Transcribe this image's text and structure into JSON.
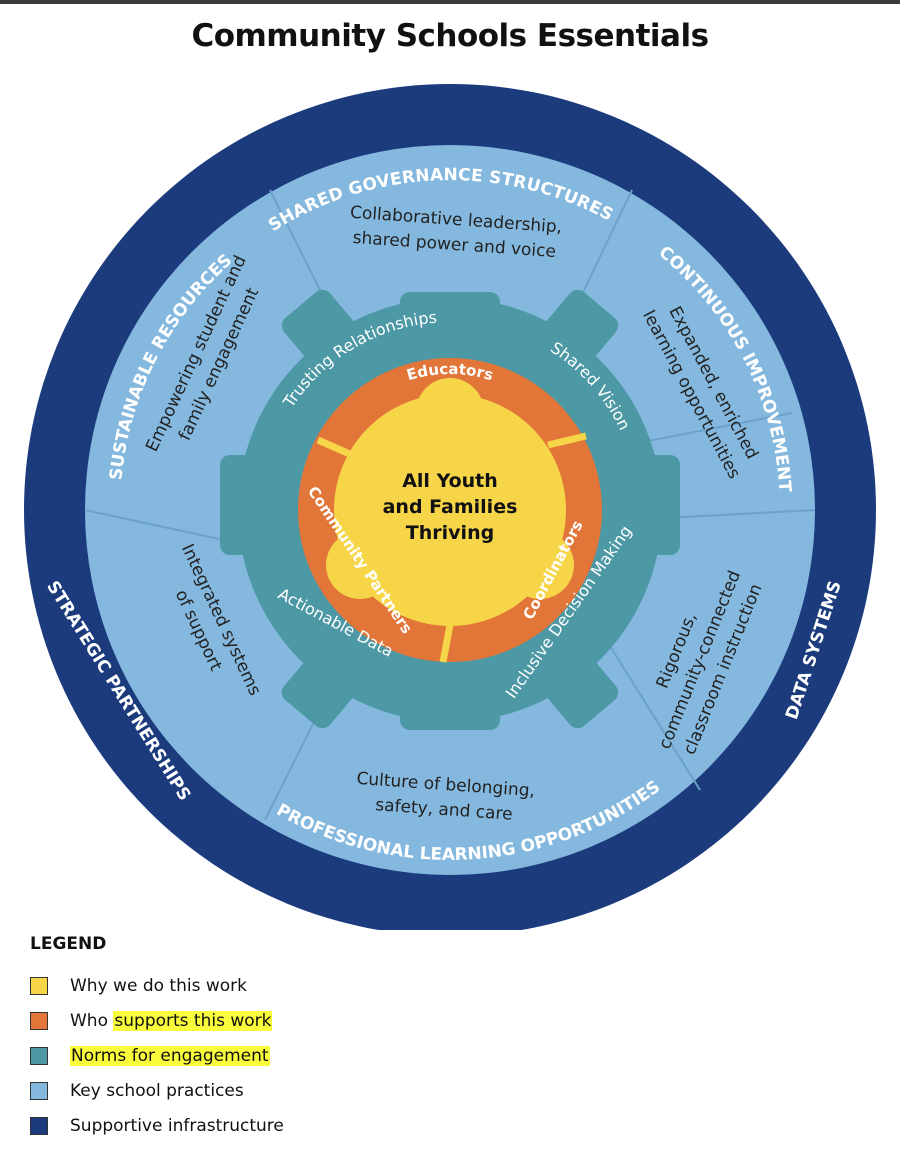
{
  "title": "Community Schools Essentials",
  "colors": {
    "yellow": "#f6d548",
    "orange": "#e27538",
    "teal": "#4c98a4",
    "light_blue": "#84b8de",
    "navy": "#1b3b7d",
    "highlight": "#fafd3b"
  },
  "center": {
    "line1": "All Youth",
    "line2": "and Families",
    "line3": "Thriving"
  },
  "who": {
    "educators": "Educators",
    "coordinators": "Coordinators",
    "community_partners": "Community Partners"
  },
  "norms": {
    "trusting_relationships": "Trusting Relationships",
    "shared_vision": "Shared Vision",
    "inclusive_decision_making": "Inclusive Decision Making",
    "actionable_data": "Actionable Data"
  },
  "practices": {
    "collab_1": "Collaborative leadership,",
    "collab_2": "shared power and voice",
    "expanded_1": "Expanded, enriched",
    "expanded_2": "learning opportunities",
    "rigorous_1": "Rigorous,",
    "rigorous_2": "community-connected",
    "rigorous_3": "classroom instruction",
    "culture_1": "Culture of belonging,",
    "culture_2": "safety, and care",
    "integrated_1": "Integrated systems",
    "integrated_2": "of support",
    "empowering_1": "Empowering student and",
    "empowering_2": "family engagement"
  },
  "infrastructure": {
    "shared_governance": "SHARED GOVERNANCE STRUCTURES",
    "continuous_improvement": "CONTINUOUS IMPROVEMENT",
    "data_systems": "DATA SYSTEMS",
    "professional_learning": "PROFESSIONAL LEARNING OPPORTUNITIES",
    "strategic_partnerships": "STRATEGIC PARTNERSHIPS",
    "sustainable_resources": "SUSTAINABLE RESOURCES"
  },
  "legend": {
    "title": "LEGEND",
    "items": [
      {
        "pre": "Why we do this work",
        "hl": "",
        "color": "#f6d548"
      },
      {
        "pre": "Who ",
        "hl": "supports this work",
        "color": "#e27538"
      },
      {
        "pre": "",
        "hl": "Norms for engagement",
        "color": "#4c98a4"
      },
      {
        "pre": "Key school practices",
        "hl": "",
        "color": "#84b8de"
      },
      {
        "pre": "Supportive infrastructure",
        "hl": "",
        "color": "#1b3b7d"
      }
    ]
  }
}
